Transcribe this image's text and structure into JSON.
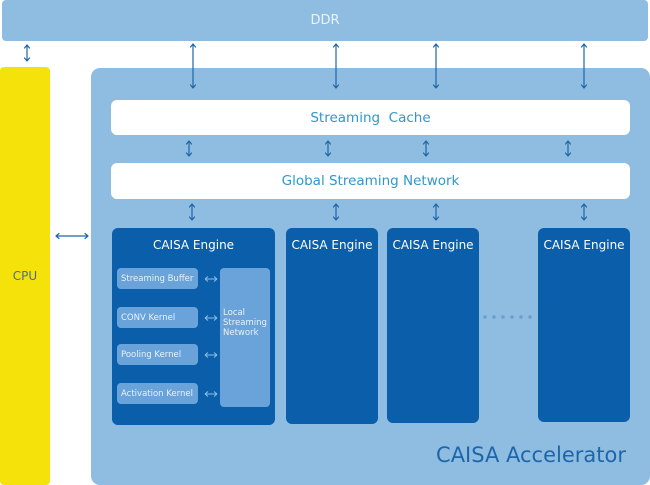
{
  "ddr": {
    "label": "DDR"
  },
  "cpu": {
    "label": "CPU"
  },
  "accelerator": {
    "label": "CAISA Accelerator",
    "streaming_cache": "Streaming  Cache",
    "global_streaming_network": "Global Streaming Network",
    "engines": [
      {
        "title": "CAISA Engine",
        "kernels": [
          "Streaming Buffer",
          "CONV Kernel",
          "Pooling Kernel",
          "Activation Kernel"
        ],
        "local_network": "Local Streaming Network"
      },
      {
        "title": "CAISA Engine"
      },
      {
        "title": "CAISA Engine"
      },
      {
        "title": "CAISA Engine"
      }
    ],
    "ellipsis": "· · · · · ·"
  },
  "colors": {
    "ddr": "#8fbde2",
    "cpu": "#f6e20b",
    "accelerator": "#8fbde2",
    "engine": "#0a5eaa",
    "kernel": "#6aa3d9",
    "arrow": "#1e66a8",
    "bar_text": "#2f97cd"
  }
}
